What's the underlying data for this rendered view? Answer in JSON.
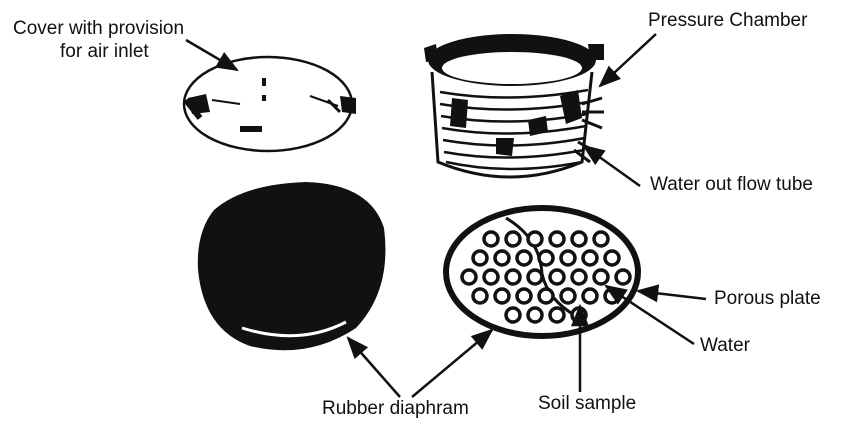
{
  "labels": {
    "cover_line1": "Cover with provision",
    "cover_line2": "for air inlet",
    "pressure_chamber": "Pressure Chamber",
    "water_outflow": "Water out flow tube",
    "porous_plate": "Porous plate",
    "water": "Water",
    "soil_sample": "Soil sample",
    "rubber_diaphragm": "Rubber diaphram"
  },
  "colors": {
    "ink": "#111111",
    "paper": "#ffffff"
  }
}
